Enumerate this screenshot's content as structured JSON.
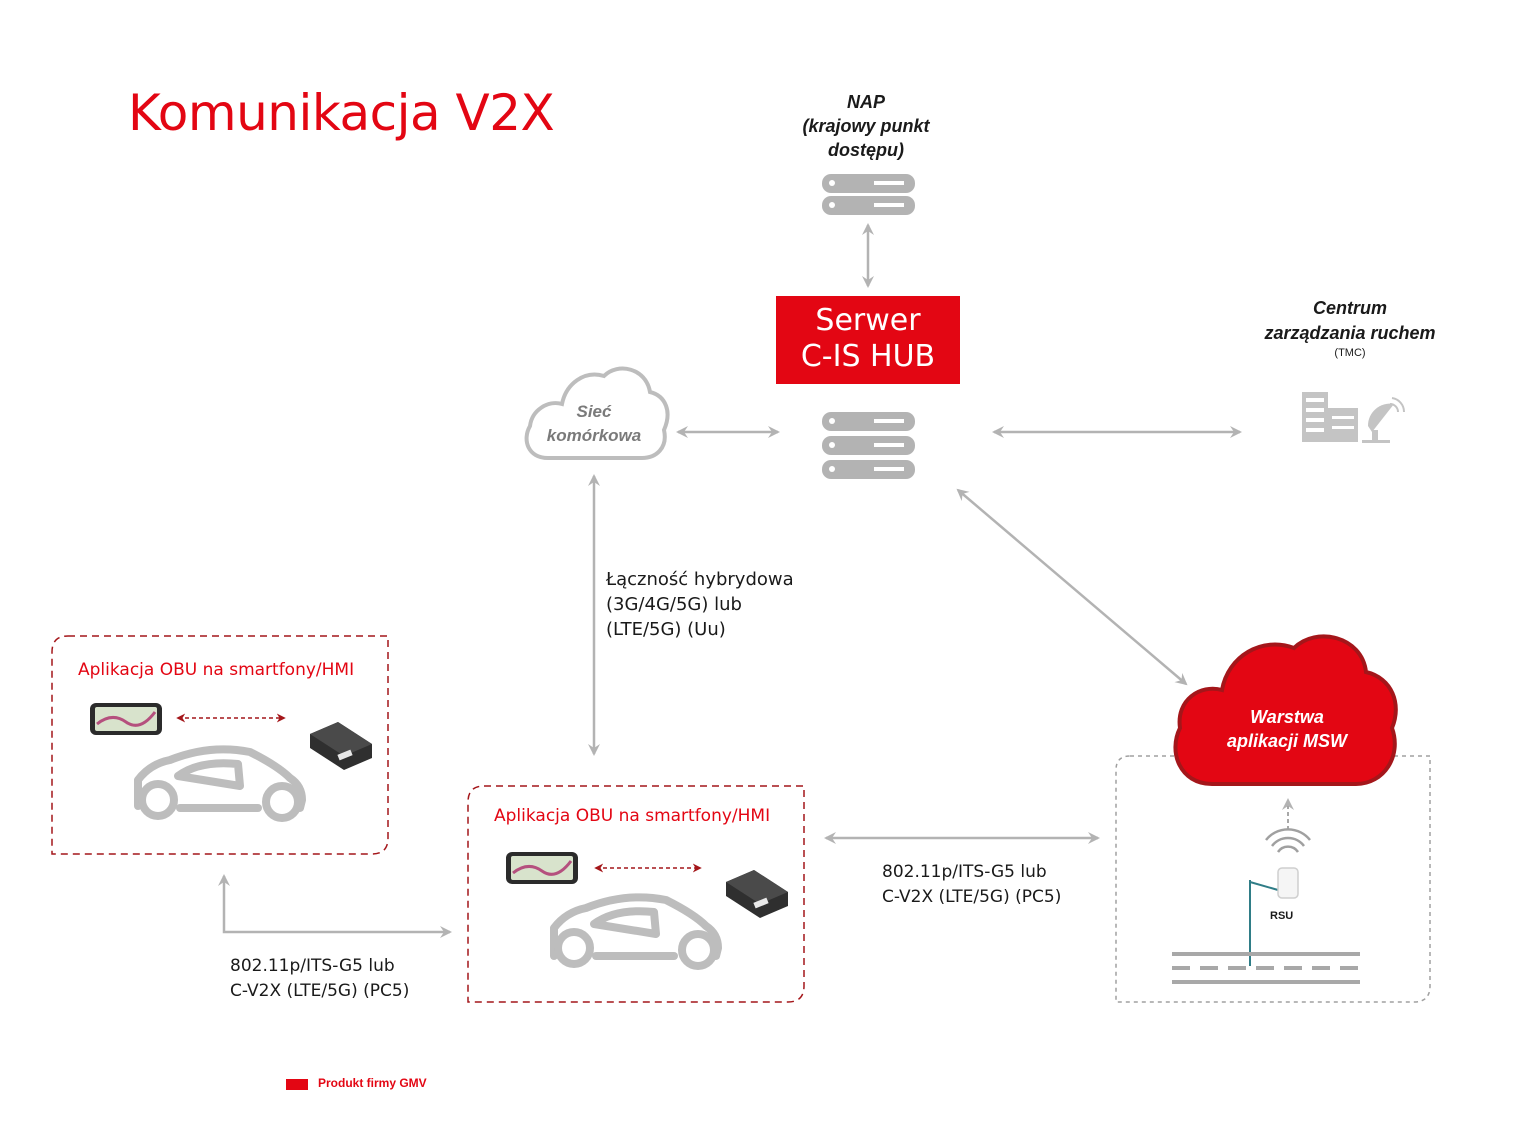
{
  "title": "Komunikacja V2X",
  "nap": {
    "line1": "NAP",
    "line2": "(krajowy punkt",
    "line3": "dostępu)"
  },
  "hub": {
    "line1": "Serwer",
    "line2": "C-IS HUB"
  },
  "tmc": {
    "line1": "Centrum",
    "line2": "zarządzania ruchem",
    "abbr": "(TMC)"
  },
  "cellular": {
    "line1": "Sieć",
    "line2": "komórkowa"
  },
  "hybrid": {
    "line1": "Łączność hybrydowa",
    "line2": "(3G/4G/5G) lub",
    "line3": "(LTE/5G) (Uu)"
  },
  "obu_left": {
    "label": "Aplikacja OBU na smartfony/HMI"
  },
  "obu_center": {
    "label": "Aplikacja OBU na smartfony/HMI"
  },
  "link_left": {
    "line1": "802.11p/ITS-G5 lub",
    "line2": "C-V2X (LTE/5G) (PC5)"
  },
  "link_right": {
    "line1": "802.11p/ITS-G5 lub",
    "line2": "C-V2X (LTE/5G) (PC5)"
  },
  "msw": {
    "line1": "Warstwa",
    "line2": "aplikacji MSW"
  },
  "rsu": {
    "label": "RSU"
  },
  "legend": {
    "label": "Produkt firmy GMV"
  },
  "colors": {
    "brand_red": "#e30613",
    "gray": "#b3b3b3",
    "dark_red": "#a4161a"
  },
  "icons": [
    "server-icon",
    "cloud-icon",
    "building-icon",
    "satellite-dish-icon",
    "car-icon",
    "smartphone-icon",
    "obu-device-icon",
    "antenna-icon",
    "road-icon"
  ]
}
